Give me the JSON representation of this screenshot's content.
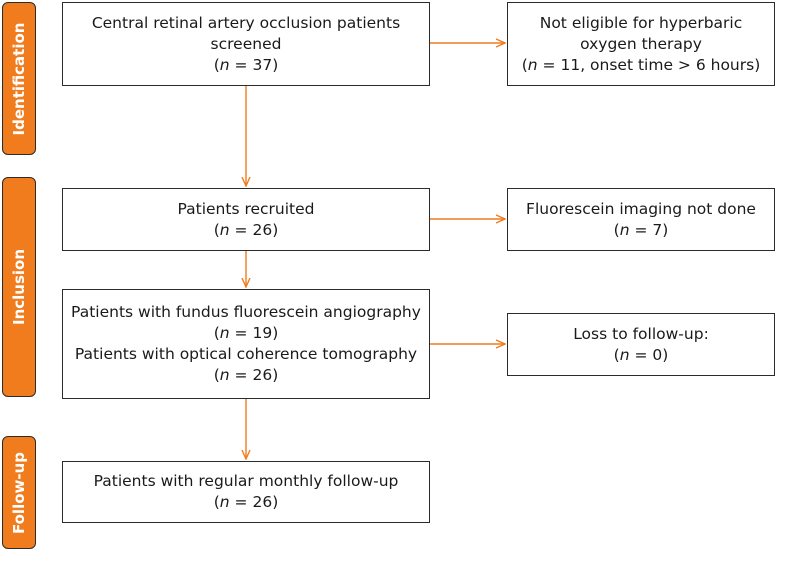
{
  "sections": {
    "identification": "Identification",
    "inclusion": "Inclusion",
    "followup": "Follow-up"
  },
  "n_symbol": "n",
  "boxes": {
    "screened": {
      "line1": "Central retinal artery occlusion patients",
      "line2": "screened",
      "count": " = 37)"
    },
    "not_eligible": {
      "line1": "Not eligible for hyperbaric",
      "line2": "oxygen therapy",
      "count": " = 11, onset time > 6 hours)"
    },
    "recruited": {
      "line1": "Patients recruited",
      "count": " = 26)"
    },
    "fluorescein_not_done": {
      "line1": "Fluorescein imaging not done",
      "count": " = 7)"
    },
    "imaging": {
      "line1": "Patients with fundus fluorescein angiography",
      "count1": " = 19)",
      "line2": "Patients with optical coherence tomography",
      "count2": " = 26)"
    },
    "loss": {
      "line1": "Loss to follow-up:",
      "count": " = 0)"
    },
    "followup": {
      "line1": "Patients with regular monthly follow-up",
      "count": " = 26)"
    }
  },
  "colors": {
    "accent": "#f07c1e",
    "border": "#2b2b2b"
  }
}
